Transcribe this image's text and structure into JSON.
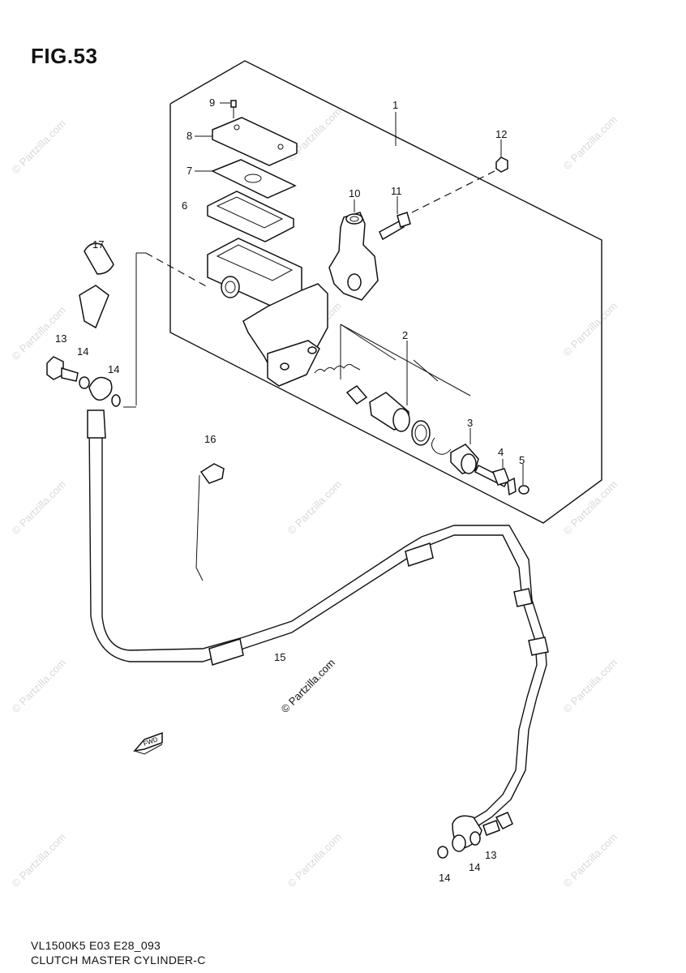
{
  "figure": {
    "title": "FIG.53"
  },
  "caption": {
    "model_code": "VL1500K5 E03 E28_093",
    "name": "CLUTCH MASTER CYLINDER-C"
  },
  "watermark": {
    "text": "© Partzilla.com",
    "center_text": "© Partzilla.com"
  },
  "callouts": [
    {
      "id": "9",
      "label": "9"
    },
    {
      "id": "8",
      "label": "8"
    },
    {
      "id": "7",
      "label": "7"
    },
    {
      "id": "6",
      "label": "6"
    },
    {
      "id": "1",
      "label": "1"
    },
    {
      "id": "12",
      "label": "12"
    },
    {
      "id": "10",
      "label": "10"
    },
    {
      "id": "11",
      "label": "11"
    },
    {
      "id": "17",
      "label": "17"
    },
    {
      "id": "13a",
      "label": "13"
    },
    {
      "id": "14a",
      "label": "14"
    },
    {
      "id": "14b",
      "label": "14"
    },
    {
      "id": "2",
      "label": "2"
    },
    {
      "id": "3",
      "label": "3"
    },
    {
      "id": "4",
      "label": "4"
    },
    {
      "id": "5",
      "label": "5"
    },
    {
      "id": "16",
      "label": "16"
    },
    {
      "id": "15",
      "label": "15"
    },
    {
      "id": "13b",
      "label": "13"
    },
    {
      "id": "14c",
      "label": "14"
    },
    {
      "id": "14d",
      "label": "14"
    }
  ],
  "fwd_arrow": {
    "label": "FWD"
  }
}
